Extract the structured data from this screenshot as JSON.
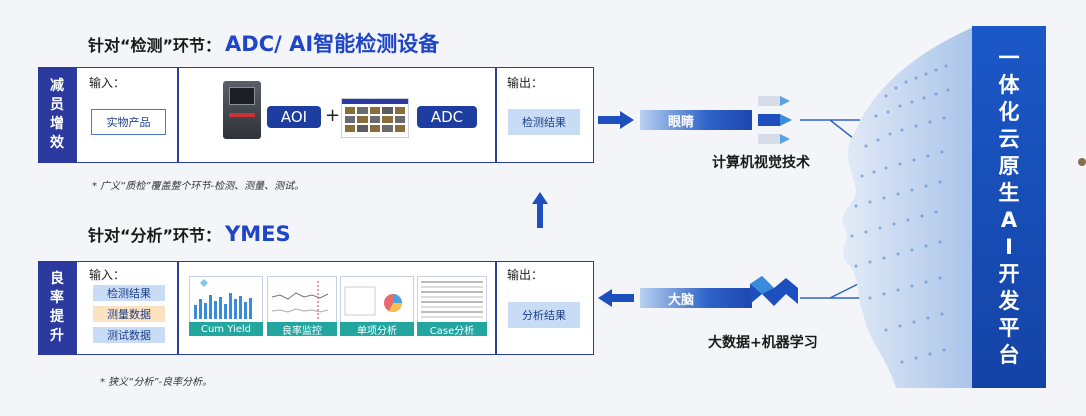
{
  "top_heading": {
    "prefix": "针对“检测”环节：",
    "emphasis": "ADC/ AI智能检测设备"
  },
  "bottom_heading": {
    "prefix": "针对“分析”环节：",
    "emphasis": "YMES"
  },
  "top_row": {
    "side_label": "减员增效",
    "input_label": "输入：",
    "input_item": "实物产品",
    "tag_aoi": "AOI",
    "plus": "+",
    "tag_adc": "ADC",
    "output_label": "输出：",
    "output_item": "检测结果",
    "note": "* 广义“质检”覆盖整个环节-检测、测量、测试。"
  },
  "bottom_row": {
    "side_label": "良率提升",
    "input_label": "输入：",
    "input_items": [
      "检测结果",
      "测量数据",
      "测试数据"
    ],
    "tabs": [
      "Cum Yield",
      "良率监控",
      "单项分析",
      "Case分析"
    ],
    "output_label": "输出：",
    "output_item": "分析结果",
    "note": "* 狭义“分析”-良率分析。"
  },
  "flows": {
    "eyes_label": "眼睛",
    "eyes_caption": "计算机视觉技术",
    "brain_label": "大脑",
    "brain_caption": "大数据+机器学习"
  },
  "platform_label": "一体化云原生AI开发平台",
  "colors": {
    "navy": "#2c3aa0",
    "brand_blue": "#1f45c8",
    "teal": "#23a5a0",
    "platform_blue": "#1b58c7"
  }
}
